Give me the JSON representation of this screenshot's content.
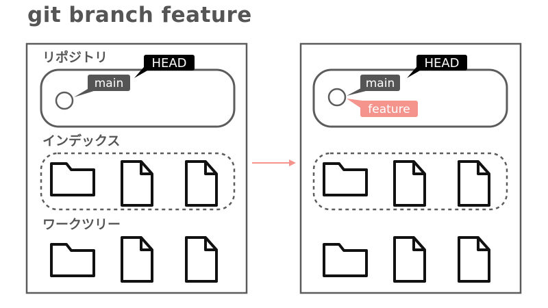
{
  "title": "git branch feature",
  "colors": {
    "frame": "#5c5c5c",
    "label_dark": "#555555",
    "head_bg": "#000000",
    "feature_bg": "#f4948c",
    "arrow": "#f4948c",
    "icon_stroke": "#111111"
  },
  "before": {
    "sections": {
      "repository": "リポジトリ",
      "index": "インデックス",
      "worktree": "ワークツリー"
    },
    "head_label": "HEAD",
    "branch_label": "main"
  },
  "after": {
    "head_label": "HEAD",
    "branch_label": "main",
    "new_branch_label": "feature"
  },
  "file_icons": [
    "folder-icon",
    "file-icon",
    "file-icon"
  ]
}
